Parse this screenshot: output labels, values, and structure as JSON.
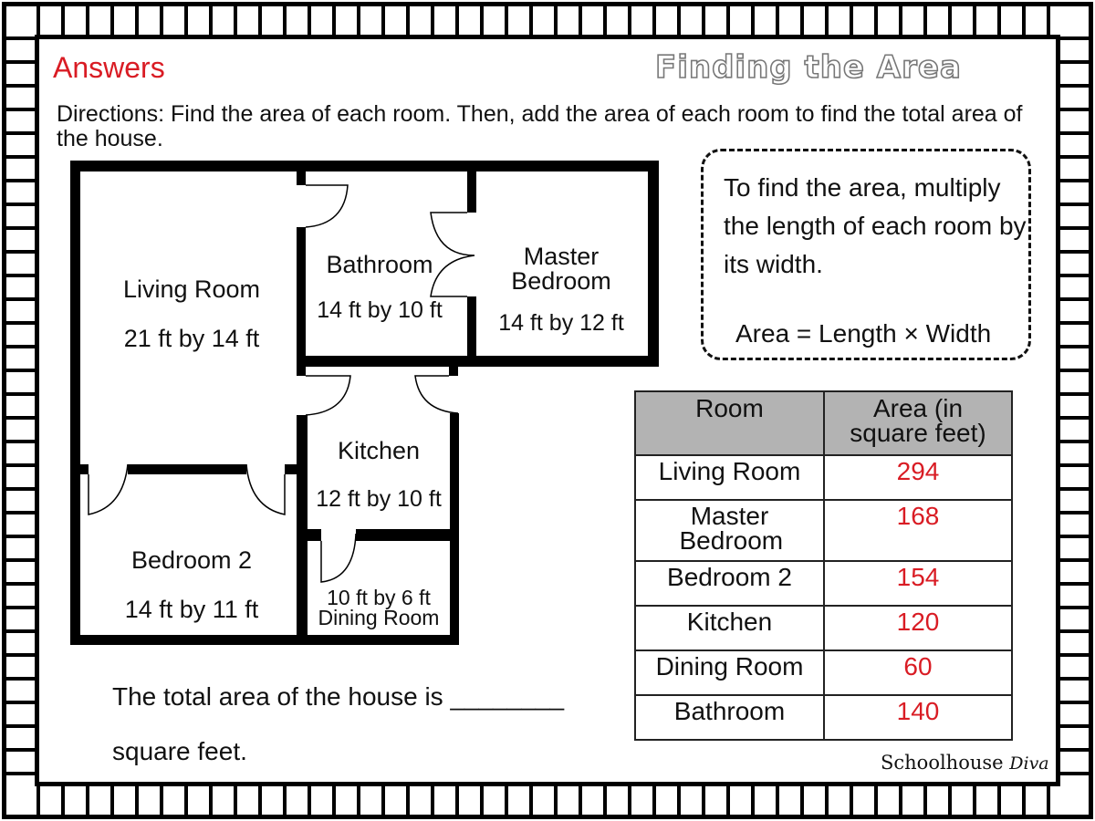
{
  "header": {
    "answers_label": "Answers",
    "title": "Finding the Area"
  },
  "directions": "Directions:  Find the area of each room. Then, add the area of each room to find the total area of the house.",
  "info_box": {
    "line1": "To find the area, multiply the length of each room by its width.",
    "formula": "Area = Length  × Width"
  },
  "floor_plan": {
    "living_room": {
      "name": "Living Room",
      "dims": "21 ft by 14 ft"
    },
    "bathroom": {
      "name": "Bathroom",
      "dims": "14 ft by 10 ft"
    },
    "master_bedroom": {
      "name": "Master Bedroom",
      "dims": "14 ft by 12 ft"
    },
    "kitchen": {
      "name": "Kitchen",
      "dims": "12 ft by 10 ft"
    },
    "bedroom_2": {
      "name": "Bedroom 2",
      "dims": "14 ft by 11 ft"
    },
    "dining_room": {
      "name": "Dining Room",
      "dims": "10 ft by 6 ft"
    }
  },
  "table": {
    "headers": [
      "Room",
      "Area (in square feet)"
    ],
    "rows": [
      {
        "room": "Living Room",
        "area": "294"
      },
      {
        "room": "Master Bedroom",
        "area": "168"
      },
      {
        "room": "Bedroom 2",
        "area": "154"
      },
      {
        "room": "Kitchen",
        "area": "120"
      },
      {
        "room": "Dining Room",
        "area": "60"
      },
      {
        "room": "Bathroom",
        "area": "140"
      }
    ]
  },
  "total": {
    "line1": "The total area of the house is ________",
    "line2": "square feet."
  },
  "brand": {
    "name": "Schoolhouse",
    "script": "Diva"
  },
  "colors": {
    "answer_red": "#d91c24",
    "header_grey": "#b3b3b3"
  }
}
